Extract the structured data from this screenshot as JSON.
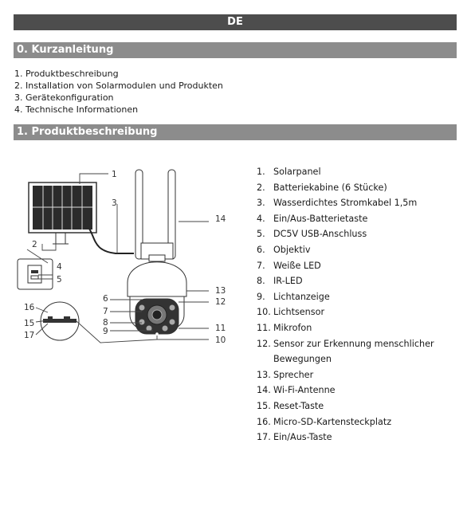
{
  "header": {
    "language": "DE"
  },
  "section0": {
    "title": "0. Kurzanleitung",
    "items": [
      "1. Produktbeschreibung",
      "2. Installation von Solarmodulen und Produkten",
      "3. Gerätekonfiguration",
      "4. Technische Informationen"
    ]
  },
  "section1": {
    "title": "1. Produktbeschreibung",
    "parts": [
      {
        "num": "1.",
        "text": "Solarpanel"
      },
      {
        "num": "2.",
        "text": "Batteriekabine (6 Stücke)"
      },
      {
        "num": "3.",
        "text": "Wasserdichtes Stromkabel 1,5m"
      },
      {
        "num": "4.",
        "text": "Ein/Aus-Batterietaste"
      },
      {
        "num": "5.",
        "text": "DC5V USB-Anschluss"
      },
      {
        "num": "6.",
        "text": "Objektiv"
      },
      {
        "num": "7.",
        "text": "Weiße LED"
      },
      {
        "num": "8.",
        "text": "IR-LED"
      },
      {
        "num": "9.",
        "text": "Lichtanzeige"
      },
      {
        "num": "10.",
        "text": "Lichtsensor"
      },
      {
        "num": "11.",
        "text": "Mikrofon"
      },
      {
        "num": "12.",
        "text": "Sensor zur Erkennung menschlicher Bewegungen"
      },
      {
        "num": "13.",
        "text": "Sprecher"
      },
      {
        "num": "14.",
        "text": "Wi-Fi-Antenne"
      },
      {
        "num": "15.",
        "text": "Reset-Taste"
      },
      {
        "num": "16.",
        "text": "Micro-SD-Kartensteckplatz"
      },
      {
        "num": "17.",
        "text": "Ein/Aus-Taste"
      }
    ]
  },
  "diagram": {
    "callouts": [
      "1",
      "2",
      "3",
      "4",
      "5",
      "6",
      "7",
      "8",
      "9",
      "10",
      "11",
      "12",
      "13",
      "14",
      "15",
      "16",
      "17"
    ]
  }
}
